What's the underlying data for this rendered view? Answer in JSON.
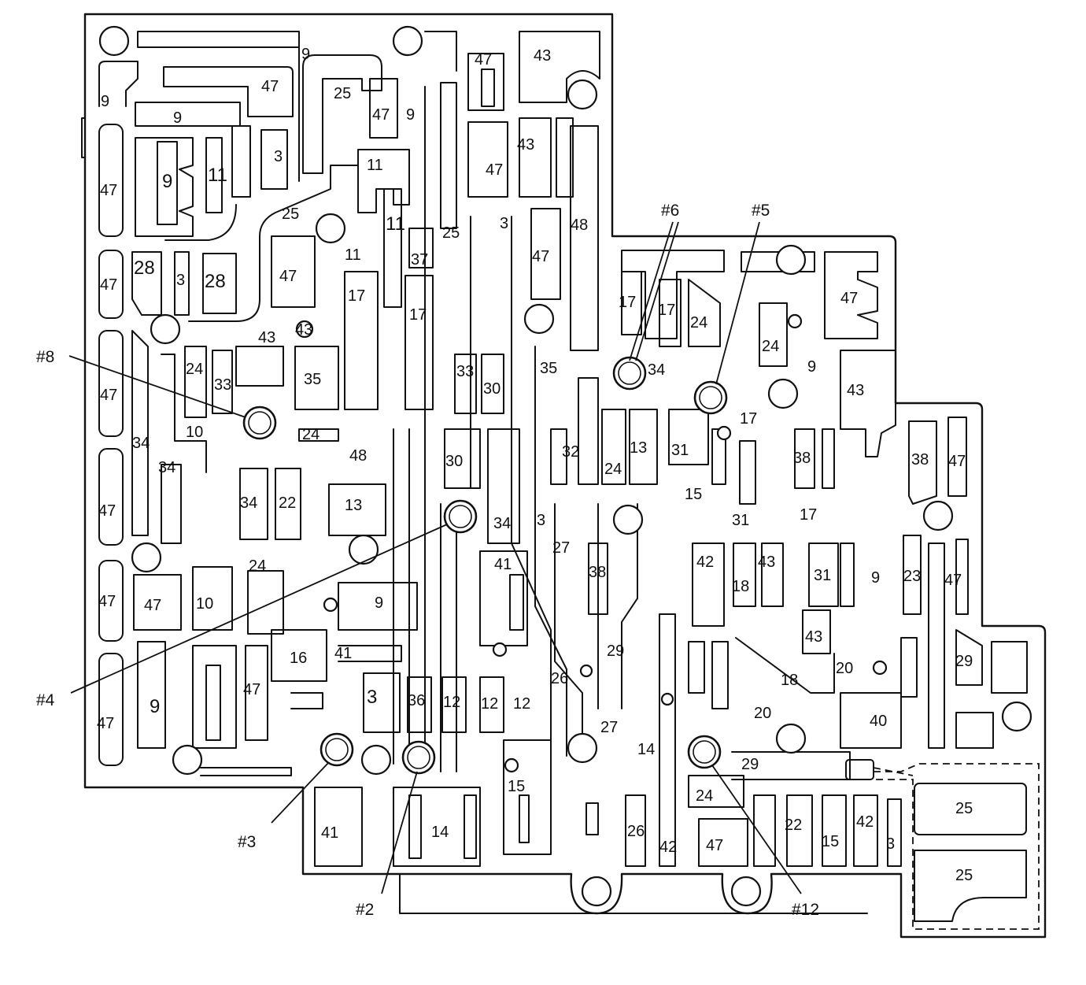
{
  "diagram": {
    "passages": [
      {
        "id": "p-9-a",
        "text": "9"
      },
      {
        "id": "p-9-b",
        "text": "9"
      },
      {
        "id": "p-9-c",
        "text": "9"
      },
      {
        "id": "p-9-d",
        "text": "9"
      },
      {
        "id": "p-9-e",
        "text": "9"
      },
      {
        "id": "p-9-f",
        "text": "9"
      },
      {
        "id": "p-9-g",
        "text": "9"
      },
      {
        "id": "p-9-h",
        "text": "9"
      },
      {
        "id": "p-9-i",
        "text": "9"
      },
      {
        "id": "p-47-a",
        "text": "47"
      },
      {
        "id": "p-47-b",
        "text": "47"
      },
      {
        "id": "p-47-c",
        "text": "47"
      },
      {
        "id": "p-47-d",
        "text": "47"
      },
      {
        "id": "p-47-e",
        "text": "47"
      },
      {
        "id": "p-47-f",
        "text": "47"
      },
      {
        "id": "p-47-g",
        "text": "47"
      },
      {
        "id": "p-47-h",
        "text": "47"
      },
      {
        "id": "p-47-i",
        "text": "47"
      },
      {
        "id": "p-47-j",
        "text": "47"
      },
      {
        "id": "p-47-k",
        "text": "47"
      },
      {
        "id": "p-47-l",
        "text": "47"
      },
      {
        "id": "p-47-m",
        "text": "47"
      },
      {
        "id": "p-47-n",
        "text": "47"
      },
      {
        "id": "p-47-o",
        "text": "47"
      },
      {
        "id": "p-47-p",
        "text": "47"
      },
      {
        "id": "p-47-q",
        "text": "47"
      },
      {
        "id": "p-47-r",
        "text": "47"
      },
      {
        "id": "p-25-a",
        "text": "25"
      },
      {
        "id": "p-25-b",
        "text": "25"
      },
      {
        "id": "p-25-c",
        "text": "25"
      },
      {
        "id": "p-25-d",
        "text": "25"
      },
      {
        "id": "p-25-e",
        "text": "25"
      },
      {
        "id": "p-10-a",
        "text": "10"
      },
      {
        "id": "p-10-b",
        "text": "10"
      },
      {
        "id": "p-43-a",
        "text": "43"
      },
      {
        "id": "p-43-b",
        "text": "43"
      },
      {
        "id": "p-43-c",
        "text": "43"
      },
      {
        "id": "p-43-d",
        "text": "43"
      },
      {
        "id": "p-43-e",
        "text": "43"
      },
      {
        "id": "p-43-f",
        "text": "43"
      },
      {
        "id": "p-43-g",
        "text": "43"
      },
      {
        "id": "p-3-a",
        "text": "3"
      },
      {
        "id": "p-3-b",
        "text": "3"
      },
      {
        "id": "p-3-c",
        "text": "3"
      },
      {
        "id": "p-3-d",
        "text": "3"
      },
      {
        "id": "p-3-e",
        "text": "3"
      },
      {
        "id": "p-3-f",
        "text": "3"
      },
      {
        "id": "p-26-a",
        "text": "26"
      },
      {
        "id": "p-26-b",
        "text": "26"
      },
      {
        "id": "p-11-a",
        "text": "11"
      },
      {
        "id": "p-11-b",
        "text": "11"
      },
      {
        "id": "p-11-c",
        "text": "11"
      },
      {
        "id": "p-11-d",
        "text": "11"
      },
      {
        "id": "p-48-a",
        "text": "48"
      },
      {
        "id": "p-48-b",
        "text": "48"
      },
      {
        "id": "p-28-a",
        "text": "28"
      },
      {
        "id": "p-28-b",
        "text": "28"
      },
      {
        "id": "p-37",
        "text": "37"
      },
      {
        "id": "p-36",
        "text": "36"
      },
      {
        "id": "p-17-a",
        "text": "17"
      },
      {
        "id": "p-17-b",
        "text": "17"
      },
      {
        "id": "p-17-c",
        "text": "17"
      },
      {
        "id": "p-17-d",
        "text": "17"
      },
      {
        "id": "p-17-e",
        "text": "17"
      },
      {
        "id": "p-17-f",
        "text": "17"
      },
      {
        "id": "p-20-a",
        "text": "20"
      },
      {
        "id": "p-20-b",
        "text": "20"
      },
      {
        "id": "p-24-a",
        "text": "24"
      },
      {
        "id": "p-24-b",
        "text": "24"
      },
      {
        "id": "p-24-c",
        "text": "24"
      },
      {
        "id": "p-24-d",
        "text": "24"
      },
      {
        "id": "p-24-e",
        "text": "24"
      },
      {
        "id": "p-24-f",
        "text": "24"
      },
      {
        "id": "p-24-g",
        "text": "24"
      },
      {
        "id": "p-31-a",
        "text": "31"
      },
      {
        "id": "p-31-b",
        "text": "31"
      },
      {
        "id": "p-31-c",
        "text": "31"
      },
      {
        "id": "p-33-a",
        "text": "33"
      },
      {
        "id": "p-33-b",
        "text": "33"
      },
      {
        "id": "p-32",
        "text": "32"
      },
      {
        "id": "p-35-a",
        "text": "35"
      },
      {
        "id": "p-35-b",
        "text": "35"
      },
      {
        "id": "p-30-a",
        "text": "30"
      },
      {
        "id": "p-30-b",
        "text": "30"
      },
      {
        "id": "p-34-a",
        "text": "34"
      },
      {
        "id": "p-34-b",
        "text": "34"
      },
      {
        "id": "p-34-c",
        "text": "34"
      },
      {
        "id": "p-34-d",
        "text": "34"
      },
      {
        "id": "p-34-e",
        "text": "34"
      },
      {
        "id": "p-27-a",
        "text": "27"
      },
      {
        "id": "p-27-b",
        "text": "27"
      },
      {
        "id": "p-22-a",
        "text": "22"
      },
      {
        "id": "p-22-b",
        "text": "22"
      },
      {
        "id": "p-13-a",
        "text": "13"
      },
      {
        "id": "p-13-b",
        "text": "13"
      },
      {
        "id": "p-23",
        "text": "23"
      },
      {
        "id": "p-38-a",
        "text": "38"
      },
      {
        "id": "p-38-b",
        "text": "38"
      },
      {
        "id": "p-38-c",
        "text": "38"
      },
      {
        "id": "p-15-a",
        "text": "15"
      },
      {
        "id": "p-15-b",
        "text": "15"
      },
      {
        "id": "p-15-c",
        "text": "15"
      },
      {
        "id": "p-41-a",
        "text": "41"
      },
      {
        "id": "p-41-b",
        "text": "41"
      },
      {
        "id": "p-41-c",
        "text": "41"
      },
      {
        "id": "p-42-a",
        "text": "42"
      },
      {
        "id": "p-42-b",
        "text": "42"
      },
      {
        "id": "p-42-c",
        "text": "42"
      },
      {
        "id": "p-18-a",
        "text": "18"
      },
      {
        "id": "p-18-b",
        "text": "18"
      },
      {
        "id": "p-29-a",
        "text": "29"
      },
      {
        "id": "p-29-b",
        "text": "29"
      },
      {
        "id": "p-29-c",
        "text": "29"
      },
      {
        "id": "p-16",
        "text": "16"
      },
      {
        "id": "p-12-a",
        "text": "12"
      },
      {
        "id": "p-12-b",
        "text": "12"
      },
      {
        "id": "p-12-c",
        "text": "12"
      },
      {
        "id": "p-14-a",
        "text": "14"
      },
      {
        "id": "p-14-b",
        "text": "14"
      },
      {
        "id": "p-40",
        "text": "40"
      }
    ],
    "check_balls": [
      {
        "id": "ball-8",
        "text": "#8"
      },
      {
        "id": "ball-6",
        "text": "#6"
      },
      {
        "id": "ball-5",
        "text": "#5"
      },
      {
        "id": "ball-4",
        "text": "#4"
      },
      {
        "id": "ball-3",
        "text": "#3"
      },
      {
        "id": "ball-2",
        "text": "#2"
      },
      {
        "id": "ball-12",
        "text": "#12"
      }
    ]
  }
}
